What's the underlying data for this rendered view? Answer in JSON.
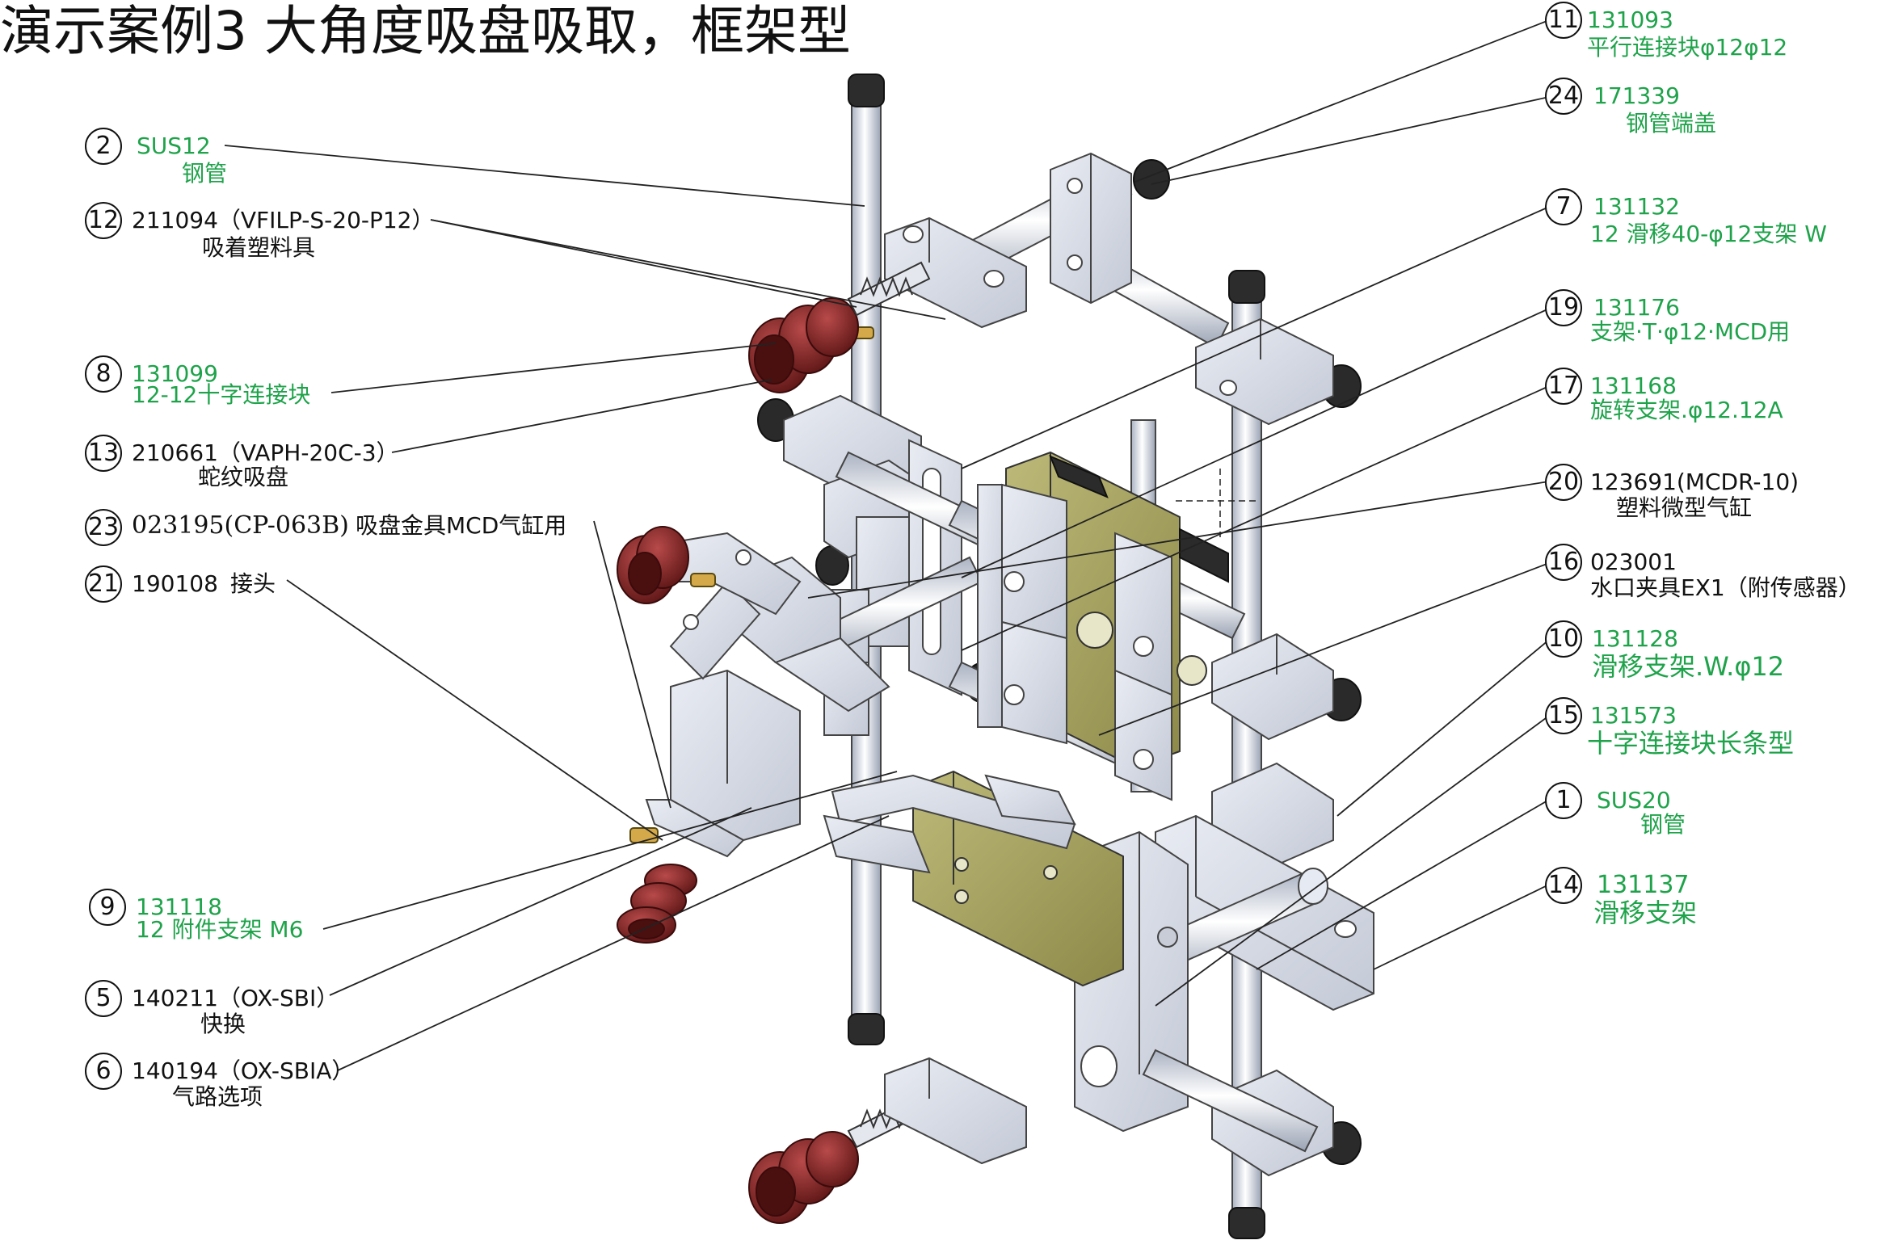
{
  "title": "演示案例3 大角度吸盘吸取，框架型",
  "colors": {
    "green": "#1ea34a",
    "black": "#111111",
    "leader": "#222222",
    "frame": "#d6dbe6",
    "frame_edge": "#444444",
    "cup": "#8a2a2a",
    "block": "#9a9656",
    "cap": "#2a2a2a"
  },
  "callouts": [
    {
      "num": "2",
      "code": "SUS12",
      "name": "钢管",
      "color": "green"
    },
    {
      "num": "12",
      "code": "211094（VFILP-S-20-P12）",
      "name": "吸着塑料具",
      "color": "black"
    },
    {
      "num": "8",
      "code": "131099",
      "name": "12-12十字连接块",
      "color": "green"
    },
    {
      "num": "13",
      "code": "210661（VAPH-20C-3）",
      "name": "蛇纹吸盘",
      "color": "black"
    },
    {
      "num": "23",
      "code": "023195(CP-063B)",
      "name": "吸盘金具MCD气缸用",
      "color": "black"
    },
    {
      "num": "21",
      "code": "190108",
      "name": "接头",
      "color": "black"
    },
    {
      "num": "9",
      "code": "131118",
      "name": "12  附件支架 M6",
      "color": "green"
    },
    {
      "num": "5",
      "code": "140211（OX-SBI）",
      "name": "快换",
      "color": "black"
    },
    {
      "num": "6",
      "code": "140194（OX-SBIA）",
      "name": "气路选项",
      "color": "black"
    },
    {
      "num": "11",
      "code": "131093",
      "name": "平行连接块φ12φ12",
      "color": "green"
    },
    {
      "num": "24",
      "code": "171339",
      "name": "钢管端盖",
      "color": "green"
    },
    {
      "num": "7",
      "code": "131132",
      "name": "12 滑移40-φ12支架 W",
      "color": "green"
    },
    {
      "num": "19",
      "code": "131176",
      "name": "支架·T·φ12·MCD用",
      "color": "green"
    },
    {
      "num": "17",
      "code": "131168",
      "name": "旋转支架.φ12.12A",
      "color": "green"
    },
    {
      "num": "20",
      "code": "123691(MCDR-10)",
      "name": "塑料微型气缸",
      "color": "black"
    },
    {
      "num": "16",
      "code": "023001",
      "name": "水口夹具EX1（附传感器）",
      "color": "black"
    },
    {
      "num": "10",
      "code": "131128",
      "name": "滑移支架.W.φ12",
      "color": "green"
    },
    {
      "num": "15",
      "code": "131573",
      "name": "十字连接块长条型",
      "color": "green"
    },
    {
      "num": "1",
      "code": "SUS20",
      "name": "钢管",
      "color": "green"
    },
    {
      "num": "14",
      "code": "131137",
      "name": "滑移支架",
      "color": "green"
    }
  ]
}
